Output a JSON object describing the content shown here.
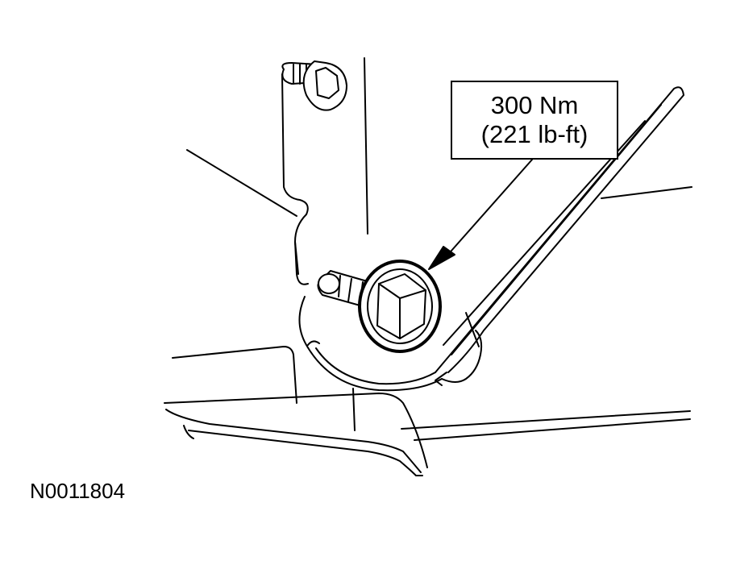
{
  "callout": {
    "torque_metric": "300 Nm",
    "torque_imperial": "(221 lb-ft)"
  },
  "figure_id": "N0011804"
}
